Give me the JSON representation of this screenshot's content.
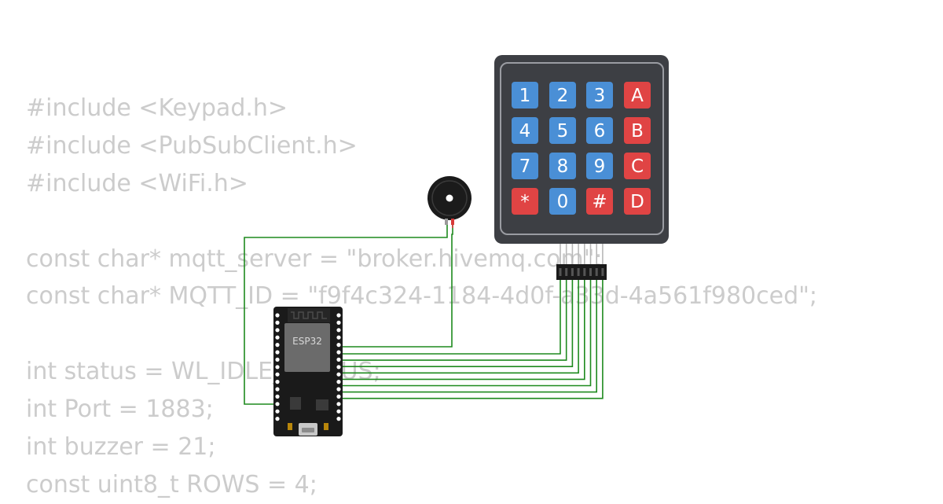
{
  "code_lines": [
    "#include <Keypad.h>",
    "#include <PubSubClient.h>",
    "#include <WiFi.h>",
    "",
    "const char* mqtt_server = \"broker.hivemq.com\";",
    "const char* MQTT_ID = \"f9f4c324-1184-4d0f-a33d-4a561f980ced\";",
    "",
    "int status = WL_IDLE_STATUS;",
    "int Port = 1883;",
    "int buzzer = 21;",
    "const uint8_t ROWS = 4;"
  ],
  "keypad": {
    "keys": [
      [
        "1",
        "2",
        "3",
        "A"
      ],
      [
        "4",
        "5",
        "6",
        "B"
      ],
      [
        "7",
        "8",
        "9",
        "C"
      ],
      [
        "*",
        "0",
        "#",
        "D"
      ]
    ],
    "colors": [
      [
        "blue",
        "blue",
        "blue",
        "red"
      ],
      [
        "blue",
        "blue",
        "blue",
        "red"
      ],
      [
        "blue",
        "blue",
        "blue",
        "red"
      ],
      [
        "red",
        "blue",
        "red",
        "red"
      ]
    ],
    "blue_color": "#4a8fd6",
    "red_color": "#e04444"
  },
  "esp32": {
    "chip_label": "ESP32"
  },
  "colors": {
    "wire": "#1e8a1e",
    "board": "#1a1a1a",
    "keypad_body": "#3d3f44"
  }
}
